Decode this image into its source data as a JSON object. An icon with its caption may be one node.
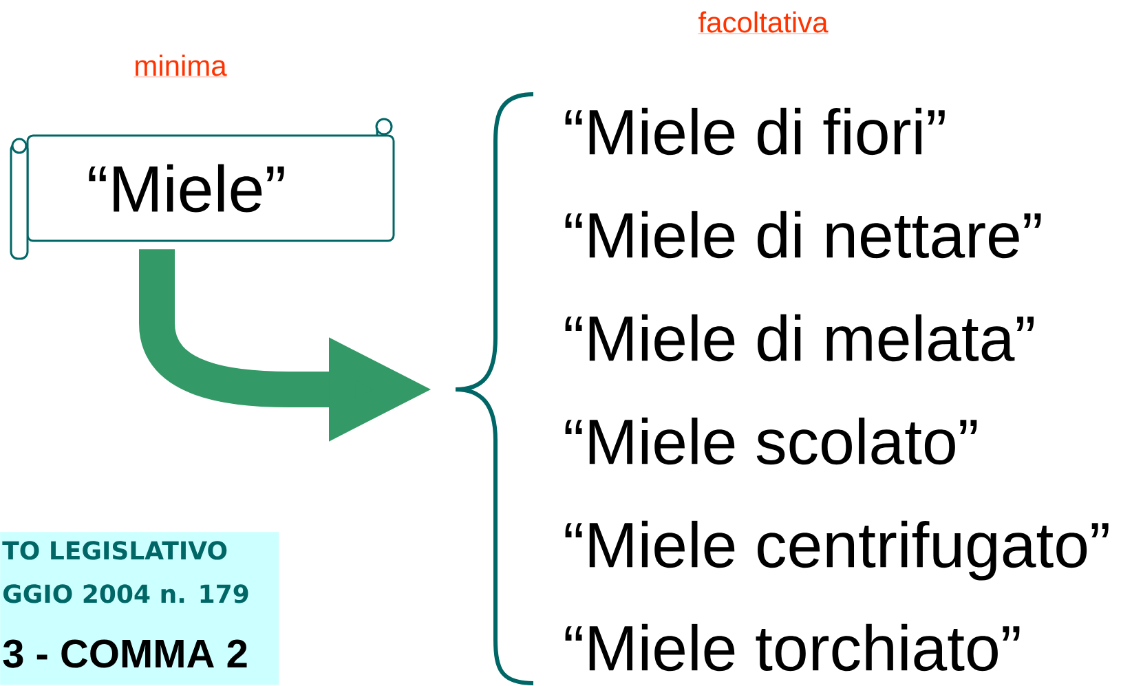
{
  "diagram": {
    "nodes": [
      {
        "text": [
          "“Miele”"
        ],
        "beside": [
          "minima"
        ]
      },
      {
        "text": [
          "“Miele di fiori”",
          "“Miele di nettare”",
          "“Miele di melata”",
          "“Miele scolato”",
          "“Miele centrifugato”",
          "“Miele torchiato”"
        ],
        "beside": [
          "facoltativa"
        ]
      },
      {
        "text": [
          "TO LEGISLATIVO",
          "GGIO 2004 n. 179",
          "3 - COMMA 2"
        ]
      }
    ],
    "edges": [
      {
        "from": 0,
        "to": 1,
        "arrow": "to",
        "color": "#339966"
      }
    ]
  }
}
